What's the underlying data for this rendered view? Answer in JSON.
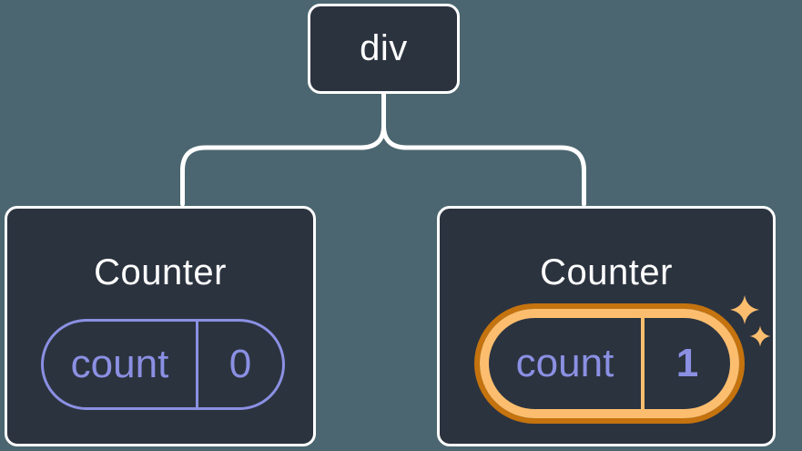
{
  "diagram": {
    "root": {
      "label": "div"
    },
    "children": [
      {
        "title": "Counter",
        "state": {
          "label": "count",
          "value": "0"
        },
        "highlighted": false
      },
      {
        "title": "Counter",
        "state": {
          "label": "count",
          "value": "1"
        },
        "highlighted": true
      }
    ]
  },
  "icons": {
    "sparkles": "sparkles-icon"
  },
  "colors": {
    "background": "#4b6670",
    "node_fill": "#2b333f",
    "node_border": "#ffffff",
    "node_text": "#ffffff",
    "connector": "#ffffff",
    "state_accent": "#8b90e3",
    "highlight_light": "#fcbe6e",
    "highlight_dark": "#c5730e"
  }
}
